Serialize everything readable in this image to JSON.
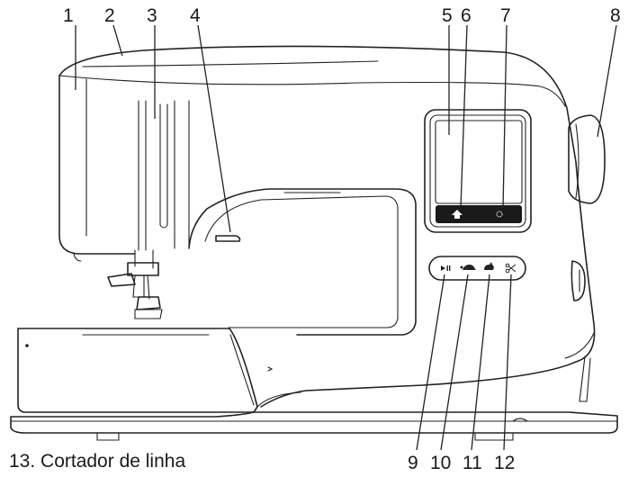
{
  "callouts": {
    "c1": "1",
    "c2": "2",
    "c3": "3",
    "c4": "4",
    "c5": "5",
    "c6": "6",
    "c7": "7",
    "c8": "8",
    "c9": "9",
    "c10": "10",
    "c11": "11",
    "c12": "12"
  },
  "caption": "13. Cortador de linha",
  "icons": {
    "screen_home": "home-icon",
    "screen_settings": "settings-dot-icon",
    "start_stop": "play-pause-icon",
    "slow": "turtle-icon",
    "fast": "rabbit-icon",
    "cut": "scissors-icon"
  }
}
